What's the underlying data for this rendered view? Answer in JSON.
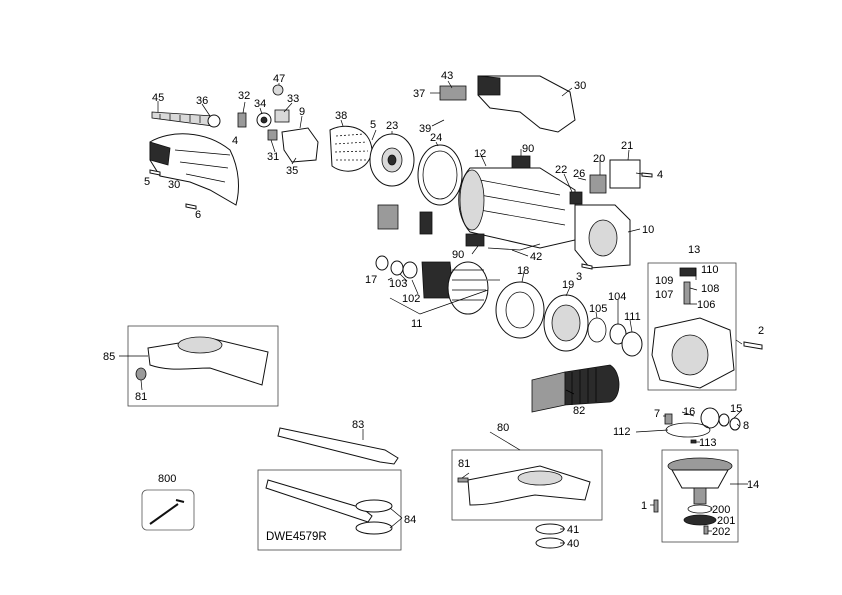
{
  "diagram": {
    "model_label": "DWE4579R",
    "callouts": {
      "c1": "1",
      "c2": "2",
      "c3": "3",
      "c4a": "4",
      "c4b": "4",
      "c5a": "5",
      "c5b": "5",
      "c6": "6",
      "c7": "7",
      "c8": "8",
      "c9": "9",
      "c10": "10",
      "c11": "11",
      "c12": "12",
      "c13": "13",
      "c14": "14",
      "c15": "15",
      "c16": "16",
      "c17": "17",
      "c18": "18",
      "c19": "19",
      "c20": "20",
      "c21": "21",
      "c22": "22",
      "c23": "23",
      "c24": "24",
      "c26": "26",
      "c30a": "30",
      "c30b": "30",
      "c31": "31",
      "c32": "32",
      "c33": "33",
      "c34": "34",
      "c35": "35",
      "c36": "36",
      "c37": "37",
      "c38": "38",
      "c39": "39",
      "c40": "40",
      "c41": "41",
      "c42": "42",
      "c43": "43",
      "c45": "45",
      "c47": "47",
      "c80": "80",
      "c81a": "81",
      "c81b": "81",
      "c82": "82",
      "c83": "83",
      "c84": "84",
      "c85": "85",
      "c90a": "90",
      "c90b": "90",
      "c102": "102",
      "c103": "103",
      "c104": "104",
      "c105": "105",
      "c106": "106",
      "c107": "107",
      "c108": "108",
      "c109": "109",
      "c110": "110",
      "c111": "111",
      "c112": "112",
      "c113": "113",
      "c200": "200",
      "c201": "201",
      "c202": "202",
      "c800": "800"
    }
  }
}
